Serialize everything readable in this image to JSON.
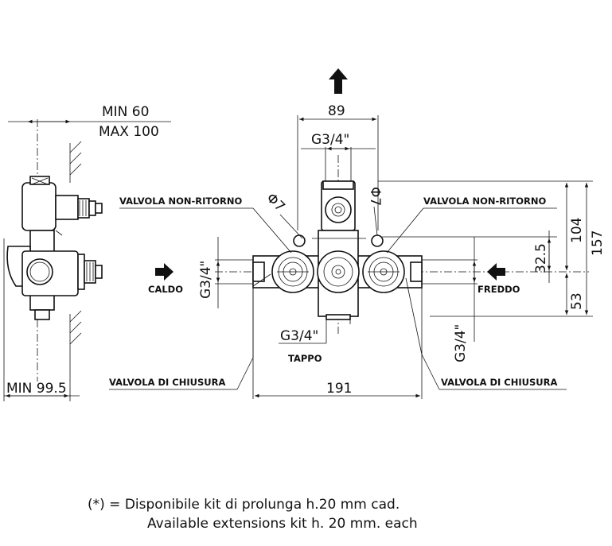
{
  "side_view": {
    "min_label": "MIN 60",
    "max_label": "MAX 100",
    "min_bottom_label": "MIN 99.5"
  },
  "front_view": {
    "width_top": "89",
    "thread_top": "G3/4\"",
    "valve_left": "VALVOLA NON-RITORNO",
    "valve_right": "VALVOLA NON-RITORNO",
    "phi_left": "Φ7",
    "phi_right": "Φ7",
    "thread_left": "G3/4\"",
    "thread_right": "G3/4\"",
    "thread_bottom": "G3/4\"",
    "cap_label": "TAPPO",
    "hot_label": "CALDO",
    "cold_label": "FREDDO",
    "dim_32_5": "32.5",
    "dim_104": "104",
    "dim_157": "157",
    "dim_53": "53",
    "dim_191": "191",
    "shutoff_left": "VALVOLA DI CHIUSURA",
    "shutoff_right": "VALVOLA DI CHIUSURA"
  },
  "footnote": {
    "line1": "(*)  =  Disponibile kit di prolunga h.20 mm cad.",
    "line2": "Available extensions kit h. 20 mm. each"
  }
}
